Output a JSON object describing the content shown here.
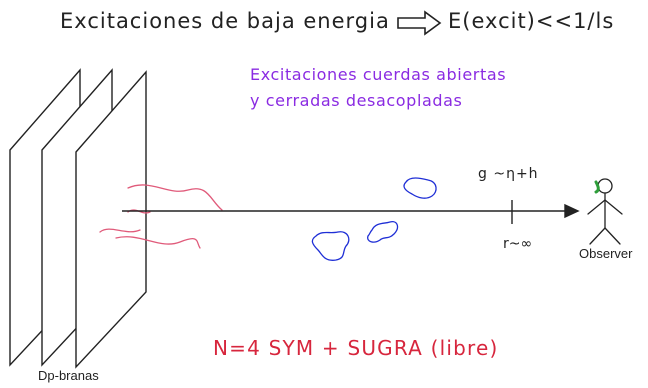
{
  "header": {
    "left": "Excitaciones de baja energia",
    "right": "E(excit)<<1/ls"
  },
  "note": {
    "line1": "Excitaciones cuerdas abiertas",
    "line2": "y cerradas desacopladas"
  },
  "coupling_label": "g ~η+h",
  "r_label": "r~∞",
  "observer_label": "Observer",
  "result_label": "N=4 SYM + SUGRA (libre)",
  "branes_label": "Dp-branas",
  "colors": {
    "ink": "#222222",
    "purple": "#8a2be2",
    "red": "#d7263d",
    "blue": "#1f2fd6",
    "pink": "#e05a7a",
    "green": "#2e9e3a"
  }
}
